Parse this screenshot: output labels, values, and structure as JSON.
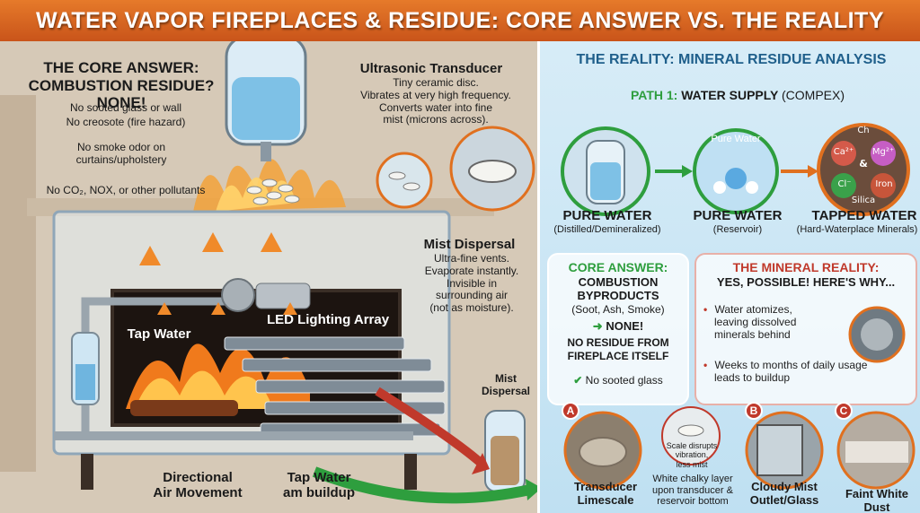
{
  "title": "WATER VAPOR FIREPLACES & RESIDUE: CORE ANSWER VS. THE REALITY",
  "left": {
    "core_heading_1": "THE CORE ANSWER:",
    "core_heading_2": "COMBUSTION RESIDUE? NONE!",
    "core_points": [
      "No sooted glass or wall",
      "No creosote (fire hazard)",
      "No smoke odor on curtains/upholstery",
      "No CO₂, NOX, or other pollutants"
    ],
    "transducer_title": "Ultrasonic Transducer",
    "transducer_desc": [
      "Tiny ceramic disc.",
      "Vibrates at very high frequency.",
      "Converts water into fine",
      "mist (microns across)."
    ],
    "mist_title": "Mist Dispersal",
    "mist_desc": [
      "Ultra-fine vents.",
      "Evaporate instantly.",
      "Invisible in",
      "surrounding air",
      "(not as moisture)."
    ],
    "led_label": "LED Lighting Array",
    "tap_water": "Tap Water",
    "directional": [
      "Directional",
      "Air Movement"
    ],
    "tap_buildup": [
      "Tap Water",
      "am buildup"
    ],
    "mist_dispersal_small": [
      "Mist",
      "Dispersal"
    ]
  },
  "right": {
    "heading": "THE REALITY: MINERAL RESIDUE ANALYSIS",
    "path_prefix": "PATH 1:",
    "path_main": "WATER SUPPLY",
    "path_suffix": "(COMPEX)",
    "pure_water_bubble": "Pure Water",
    "minerals": [
      "Ca²⁺",
      "Ch",
      "Mg²⁺",
      "&",
      "Cl⁻",
      "Iron",
      "Silica"
    ],
    "col1_title": "PURE WATER",
    "col1_sub": "(Distilled/Demineralized)",
    "col2_title": "PURE WATER",
    "col2_sub": "(Reservoir)",
    "col3_title": "TAPPED WATER",
    "col3_sub": "(Hard-Waterplace Minerals)",
    "core_title_1": "CORE ANSWER:",
    "core_title_2": "COMBUSTION",
    "core_title_3": "BYPRODUCTS",
    "core_sub": "(Soot, Ash, Smoke)",
    "core_none": "NONE!",
    "core_res_1": "NO RESIDUE FROM",
    "core_res_2": "FIREPLACE ITSELF",
    "core_check": "No sooted glass",
    "mineral_title_1": "THE MINERAL REALITY:",
    "mineral_title_2": "YES, POSSIBLE! HERE'S WHY...",
    "mineral_b1": [
      "Water atomizes,",
      "leaving dissolved",
      "minerals behind"
    ],
    "mineral_b2": [
      "Weeks to months of daily usage",
      "leads to buildup"
    ],
    "a_label": [
      "Transducer",
      "Limescale"
    ],
    "a_note": [
      "Scale disrupts",
      "vibration,",
      "less mist"
    ],
    "a_desc": [
      "White chalky layer",
      "upon transducer &",
      "reservoir bottom"
    ],
    "b_label": [
      "Cloudy Mist",
      "Outlet/Glass"
    ],
    "c_label": "Faint White Dust",
    "badges": [
      "A",
      "B",
      "C"
    ]
  },
  "colors": {
    "accent_orange": "#e0701f",
    "path_green": "#2e9e3e",
    "alert_red": "#c0392b",
    "heading_blue": "#1f5f8b"
  }
}
